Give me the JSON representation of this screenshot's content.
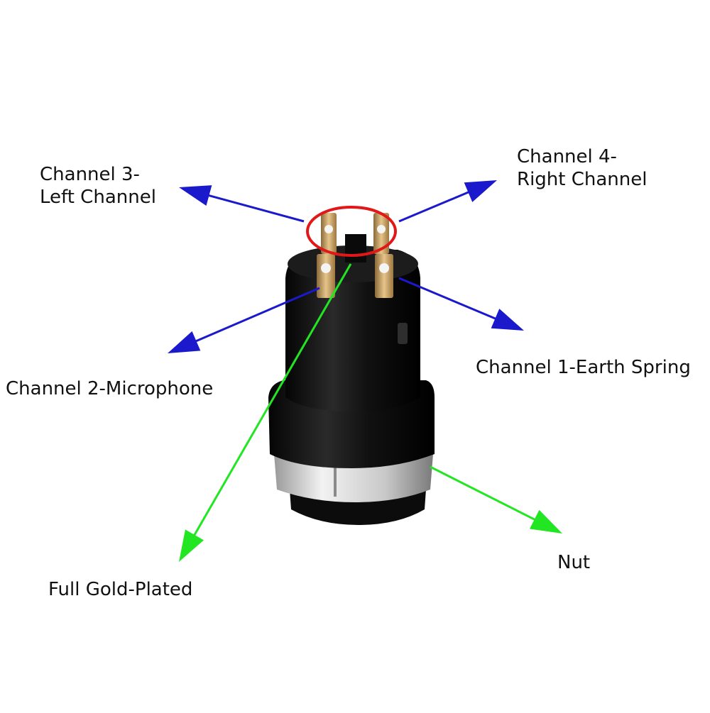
{
  "colors": {
    "channel_arrow": "#1a1acc",
    "feature_arrow": "#22e622",
    "highlight_ring": "#e01818",
    "jack_body": "#151515",
    "terminal": "#c8a060",
    "nut": "#d8d8d8"
  },
  "icons": {
    "product": "audio-jack-icon",
    "terminal": "gold-terminal-icon"
  },
  "labels": {
    "channel3_line1": "Channel 3-",
    "channel3_line2": "Left Channel",
    "channel4_line1": "Channel 4-",
    "channel4_line2": "Right Channel",
    "channel1": "Channel 1-Earth Spring",
    "channel2": "Channel 2-Microphone",
    "nut": "Nut",
    "gold": "Full Gold-Plated"
  }
}
